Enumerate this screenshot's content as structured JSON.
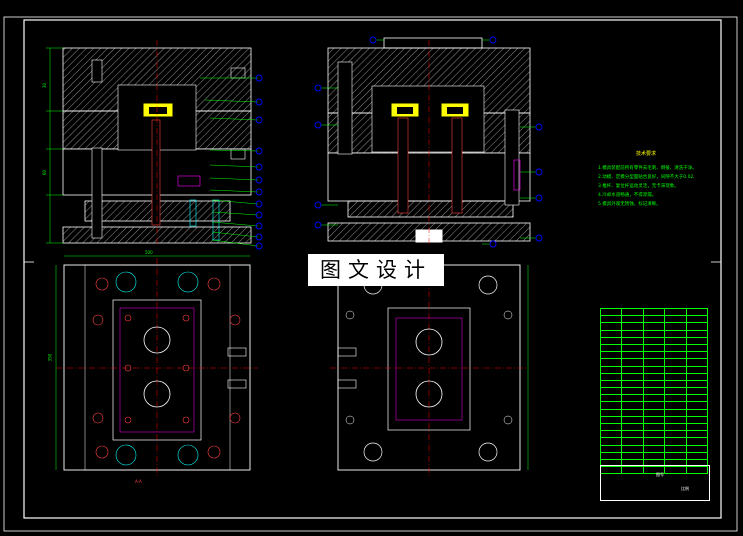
{
  "watermark": {
    "text": "图文设计"
  },
  "tech_requirements": {
    "title": "技术要求",
    "items": [
      "1.模具装配前所有零件去毛刺、倒棱、清洗干净。",
      "2.动模、定模分型面贴合良好，间隙不大于0.02。",
      "3.推杆、复位杆运动灵活，无卡滞现象。",
      "4.冷却水道畅通，不得渗漏。",
      "5.模具外观无锈蚀，标记清晰。"
    ]
  },
  "dimensions": {
    "plan_width": "500",
    "plan_height": "350",
    "stack_1": "30",
    "stack_2": "60"
  },
  "section_note": "A-A",
  "title_block": {
    "label_1": "图号",
    "label_2": "比例"
  },
  "colors": {
    "background": "#000000",
    "outline": "#ffffff",
    "hatch": "#ffffff",
    "dimension": "#00ff00",
    "centerline": "#ff0000",
    "callout": "#0000ff",
    "magenta": "#ff00ff",
    "yellow": "#ffff00",
    "cyan": "#00ffff"
  }
}
